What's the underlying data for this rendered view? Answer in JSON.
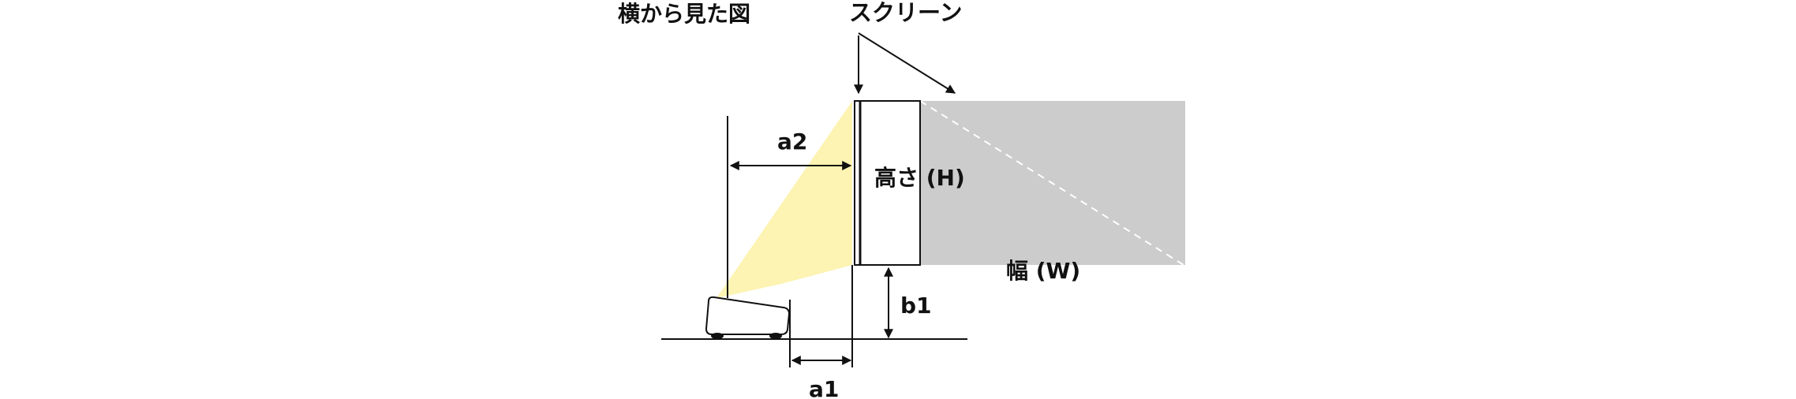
{
  "labels": {
    "side_view": "横から見た図",
    "screen": "スクリーン",
    "a2": "a2",
    "height": "高さ (H)",
    "width": "幅 (W)",
    "b1": "b1",
    "a1": "a1"
  },
  "colors": {
    "light_beam": "#fdf3b2",
    "screen_area": "#cccccc",
    "line": "#111111",
    "dashed_diagonal": "#ffffff"
  }
}
